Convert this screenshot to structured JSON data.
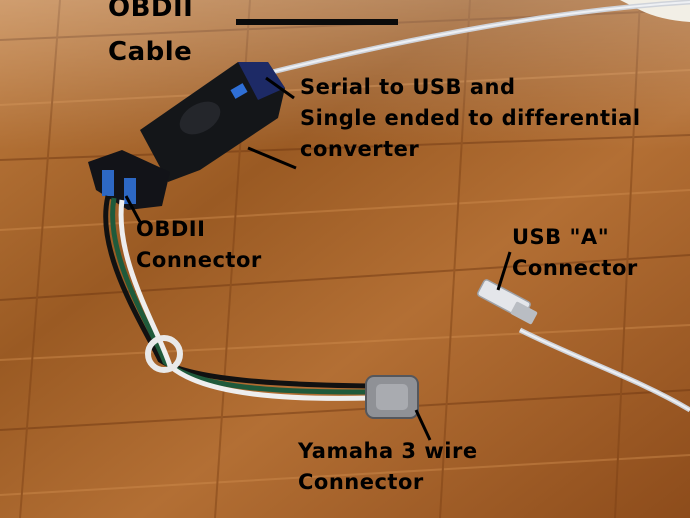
{
  "labels": {
    "obdii_cable": [
      "OBDII",
      "Cable"
    ],
    "serial_converter": [
      "Serial to USB and",
      "Single ended to differential",
      "converter"
    ],
    "obdii_connector": [
      "OBDII",
      "Connector"
    ],
    "usb_a_connector": [
      "USB \"A\"",
      "Connector"
    ],
    "yamaha_connector": [
      "Yamaha 3 wire",
      "Connector"
    ]
  },
  "colors": {
    "wood_light": "#b7763a",
    "wood_dark": "#7a3f14",
    "converter_body": "#15171d",
    "label_text": "#000000",
    "usb_cable": "#d9dbe0",
    "connector_gray": "#8f9196"
  }
}
